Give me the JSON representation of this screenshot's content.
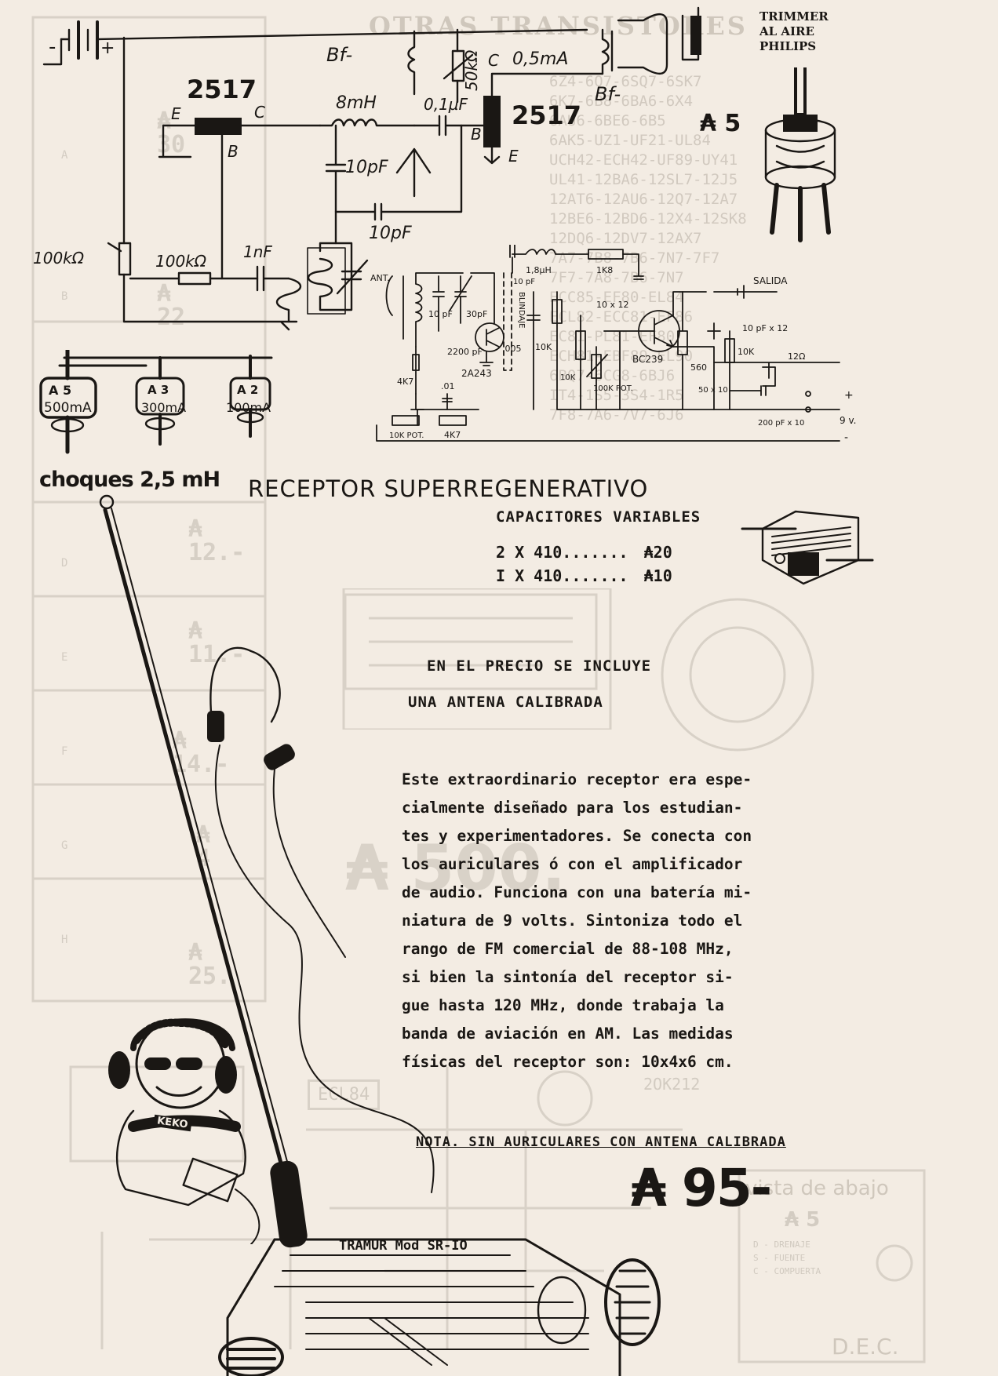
{
  "schematic_top": {
    "battery_plus": "+",
    "battery_minus": "-",
    "rf_choke_1": "Bf-",
    "rf_choke_2": "Bf-",
    "transistor_1": "2517",
    "transistor_2": "2517",
    "t1_pins": {
      "e": "E",
      "b": "B",
      "c": "C"
    },
    "t2_pins": {
      "b": "B",
      "c": "C",
      "e": "E"
    },
    "inductor_8mh": "8mH",
    "cap_01uf": "0,1µF",
    "pot_50k": "50kΩ",
    "current_05ma": "0,5mA",
    "cap_10pf_a": "10pF",
    "cap_10pf_b": "10pF",
    "pot_100k": "100kΩ",
    "res_100k": "100kΩ",
    "cap_1nf": "1nF"
  },
  "trimmer": {
    "label_line1": "TRIMMER",
    "label_line2": "AL AIRE",
    "label_line3": "PHILIPS",
    "price": "₳ 5"
  },
  "schematic_bottom": {
    "ant": "ANT.",
    "c10pf": "10 pF",
    "c10pf_b": "10 pF",
    "c30pf": "30pF",
    "c2200pf": "2200 pF",
    "blindaje": "BLINDAJE",
    "transistor": "2A243",
    "r4k7_a": "4K7",
    "c01": ".01",
    "r4k7_b": "4K7",
    "pot10k": "10K POT.",
    "l18uh": "1,8µH",
    "c005": ".005",
    "r10k_a": "10K",
    "r1k8": "1K8",
    "c10x12": "10 x 12",
    "r10k_b": "10K",
    "pot100k": "100K POT.",
    "bc239": "BC239",
    "r560": "560",
    "c50x10": "50 x 10",
    "r10k_c": "10K",
    "salida": "SALIDA",
    "c10pf12": "10 pF x 12",
    "r12": "12Ω",
    "c200pf": "200 pF x 10",
    "v9": "9 v.",
    "plus": "+",
    "minus": "-"
  },
  "chokes": {
    "items": [
      {
        "tag": "A 5",
        "value": "500mA"
      },
      {
        "tag": "A 3",
        "value": "300mA"
      },
      {
        "tag": "A 2",
        "value": "100mA"
      }
    ],
    "caption": "choques 2,5 mH"
  },
  "headline": "RECEPTOR SUPERREGENERATIVO",
  "capacitors": {
    "title": "CAPACITORES VARIABLES",
    "rows": [
      {
        "spec": "2 X 410.......",
        "price": "₳20"
      },
      {
        "spec": "I X 410.......",
        "price": "₳10"
      }
    ]
  },
  "included": {
    "line1": "EN EL PRECIO SE INCLUYE",
    "line2": "UNA ANTENA CALIBRADA"
  },
  "description": [
    "Este extraordinario receptor era espe-",
    "cialmente diseñado para los estudian-",
    "tes y experimentadores. Se conecta con",
    "los auriculares ó con el amplificador",
    "de audio. Funciona con una batería mi-",
    "niatura de 9 volts. Sintoniza todo el",
    "rango de FM comercial de 88-108 MHz,",
    "si bien la sintonía del receptor si-",
    "gue hasta 120 MHz, donde trabaja la",
    "banda de aviación en AM. Las medidas",
    "físicas del receptor son: 10x4x6 cm."
  ],
  "note": "NOTA. SIN AURICULARES CON ANTENA CALIBRADA",
  "price": "₳ 95-",
  "receiver_label": "TRAMUR Mod SR-IO",
  "mascot_cap": "KEKO",
  "bleed_through": {
    "header": "OTRAS TRANSISTORES",
    "tube_codes": [
      "6Z4-6Q7-6SQ7-6SK7",
      "6K7-6B8-6BA6-6X4",
      "6AU6-6BE6-6B5",
      "6AK5-UZ1-UF21-UL84",
      "UCH42-ECH42-UF89-UY41",
      "UL41-12BA6-12SL7-12J5",
      "12AT6-12AU6-12Q7-12A7",
      "12BE6-12BD6-12X4-12SK8",
      "12DQ6-12DV7-12AX7",
      "7A7-7B8-7B6-7N7-7F7",
      "7F7-7A8-7B6-7N7",
      "ECC85-EF80-EL84",
      "ECL82-ECC81-EF86",
      "EC81-PL81-EF80",
      "ECH81-EBF89-EL90",
      "6BQ7-6CG8-6BJ6",
      "IT4-1S5-3S4-1R5",
      "7F8-7A6-7V7-6J6"
    ],
    "side_prices": [
      "₳ 30",
      "₳ 22",
      "₳ 12.-",
      "₳ 11.-",
      "₳ 14.-",
      "₳ 4",
      "₳ 25."
    ],
    "side_letters": [
      "A",
      "B",
      "D",
      "E",
      "F",
      "G",
      "H"
    ],
    "big_price": "₳ 500.",
    "tube_box": "ECL84",
    "part_no": "2OK212",
    "bottom_view": "vista de abajo",
    "bottom_price": "₳ 5",
    "initials": "D.E.C.",
    "pins": [
      "D - DRENAJE",
      "S - FUENTE",
      "C - COMPUERTA"
    ]
  }
}
